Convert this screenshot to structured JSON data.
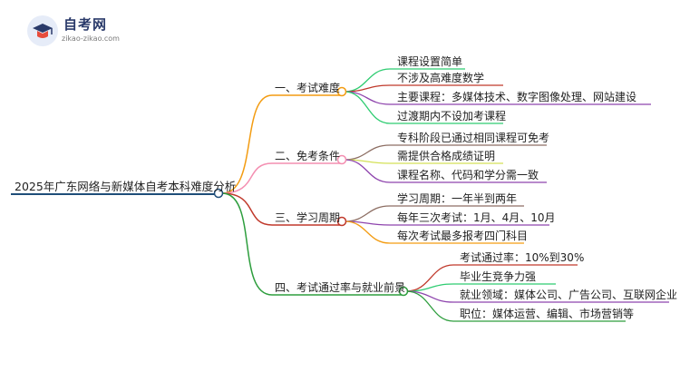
{
  "brand": {
    "name": "自考网",
    "url": "zikao-zikao.com"
  },
  "mindmap": {
    "root": "2025年广东网络与新媒体自考本科难度分析",
    "branches": [
      {
        "label": "一、考试难度",
        "color": "#f39c12",
        "items": [
          "课程设置简单",
          "不涉及高难度数学",
          "主要课程：多媒体技术、数字图像处理、网站建设",
          "过渡期内不设加考课程"
        ],
        "item_colors": [
          "#2ecc71",
          "#c0392b",
          "#8e44ad",
          "#2ecc71"
        ]
      },
      {
        "label": "二、免考条件",
        "color": "#f48fb1",
        "items": [
          "专科阶段已通过相同课程可免考",
          "需提供合格成绩证明",
          "课程名称、代码和学分需一致"
        ],
        "item_colors": [
          "#8d6e63",
          "#d4e157",
          "#8e44ad"
        ]
      },
      {
        "label": "三、学习周期",
        "color": "#c0392b",
        "items": [
          "学习周期：一年半到两年",
          "每年三次考试：1月、4月、10月",
          "每次考试最多报考四门科目"
        ],
        "item_colors": [
          "#8d6e63",
          "#8e44ad",
          "#f39c12"
        ]
      },
      {
        "label": "四、考试通过率与就业前景",
        "color": "#2e9e3e",
        "items": [
          "考试通过率：10%到30%",
          "毕业生竞争力强",
          "就业领域：媒体公司、广告公司、互联网企业",
          "职位：媒体运营、编辑、市场营销等"
        ],
        "item_colors": [
          "#c0392b",
          "#2ecc71",
          "#8e44ad",
          "#2e9e3e"
        ]
      }
    ]
  }
}
